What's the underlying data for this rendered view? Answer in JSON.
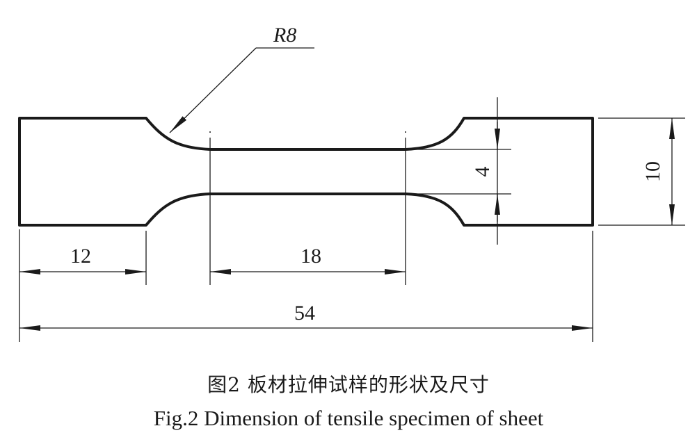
{
  "figure": {
    "radius_label": "R8",
    "dimensions": {
      "grip_length": "12",
      "gauge_length": "18",
      "total_length": "54",
      "gauge_width": "4",
      "grip_width": "10"
    },
    "caption_cn": "图2  板材拉伸试样的形状及尺寸",
    "caption_en": "Fig.2  Dimension of tensile specimen of sheet"
  },
  "colors": {
    "ink": "#1a1a1a",
    "background": "#ffffff"
  }
}
